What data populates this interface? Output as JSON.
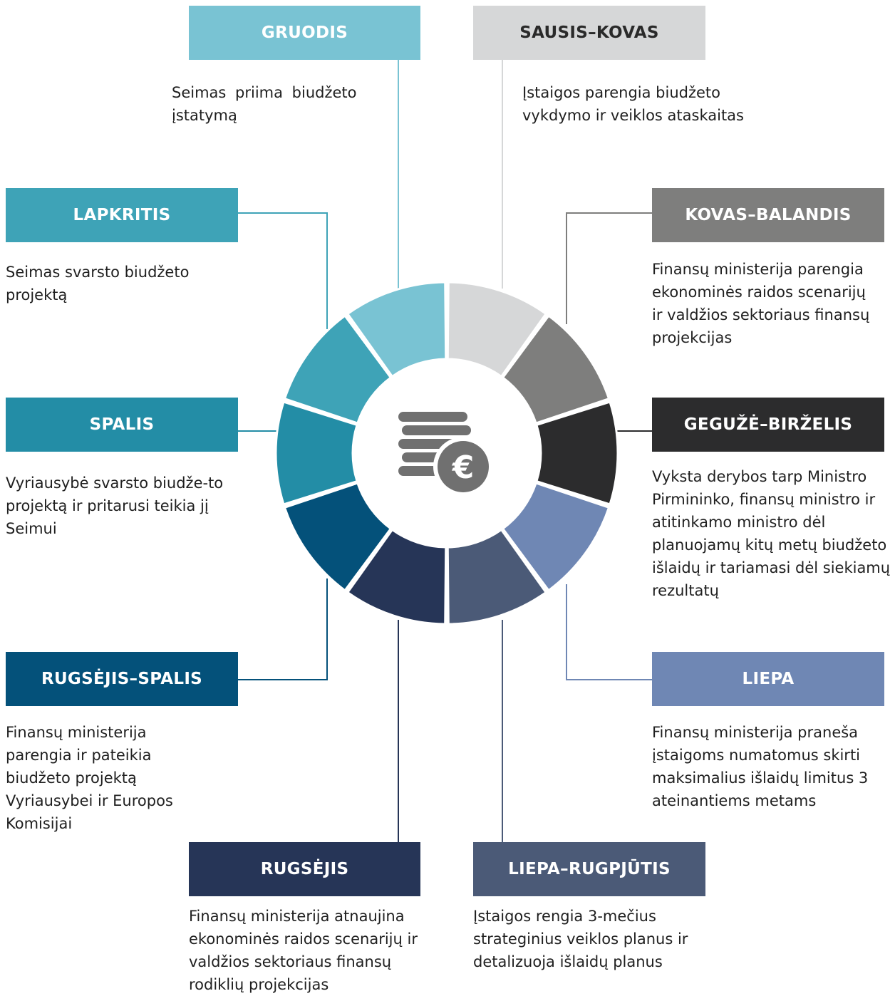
{
  "phases": [
    {
      "id": "gruodis",
      "title": "GRUODIS",
      "description": "Seimas priima biudžeto įstatymą",
      "color": "#79c3d3"
    },
    {
      "id": "sausis-kovas",
      "title": "SAUSIS–KOVAS",
      "description": "Įstaigos parengia biudžeto vykdymo ir veiklos ataskaitas",
      "color": "#d6d7d8"
    },
    {
      "id": "kovas-balandis",
      "title": "KOVAS–BALANDIS",
      "description": "Finansų ministerija parengia ekonominės raidos scenarijų ir valdžios sektoriaus finansų projekcijas",
      "color": "#7e7e7d"
    },
    {
      "id": "geguze-birzelis",
      "title": "GEGUŽĖ–BIRŽELIS",
      "description": "Vyksta derybos tarp Ministro Pirmininko, finansų ministro ir atitinkamo ministro dėl planuojamų kitų metų biudžeto išlaidų ir tariamasi dėl siekiamų rezultatų",
      "color": "#2c2c2d"
    },
    {
      "id": "liepa",
      "title": "LIEPA",
      "description": "Finansų ministerija praneša įstaigoms numatomus skirti maksimalius išlaidų limitus 3 ateinantiems metams",
      "color": "#6f87b4"
    },
    {
      "id": "liepa-rugpjutis",
      "title": "LIEPA–RUGPJŪTIS",
      "description": "Įstaigos rengia 3-mečius strateginius veiklos planus ir detalizuoja išlaidų planus",
      "color": "#4b5a77"
    },
    {
      "id": "rugsejis",
      "title": "RUGSĖJIS",
      "description": "Finansų ministerija atnaujina ekonominės raidos scenarijų ir valdžios sektoriaus finansų rodiklių projekcijas",
      "color": "#263557"
    },
    {
      "id": "rugsejis-spalis",
      "title": "RUGSĖJIS–SPALIS",
      "description": "Finansų ministerija parengia ir pateikia biudžeto projektą Vyriausybei ir Europos Komisijai",
      "color": "#04517a"
    },
    {
      "id": "spalis",
      "title": "SPALIS",
      "description": "Vyriausybė svarsto biudže-to projektą ir pritarusi teikia jį Seimui",
      "color": "#238da6"
    },
    {
      "id": "lapkritis",
      "title": "LAPKRITIS",
      "description": "Seimas svarsto biudžeto projektą",
      "color": "#3ea3b7"
    }
  ],
  "ring_order": [
    "sausis-kovas",
    "kovas-balandis",
    "geguze-birzelis",
    "liepa",
    "liepa-rugpjutis",
    "rugsejis",
    "rugsejis-spalis",
    "spalis",
    "lapkritis",
    "gruodis"
  ],
  "center_icon": {
    "name": "euro-coins-icon",
    "symbol": "€",
    "color": "#707070"
  }
}
